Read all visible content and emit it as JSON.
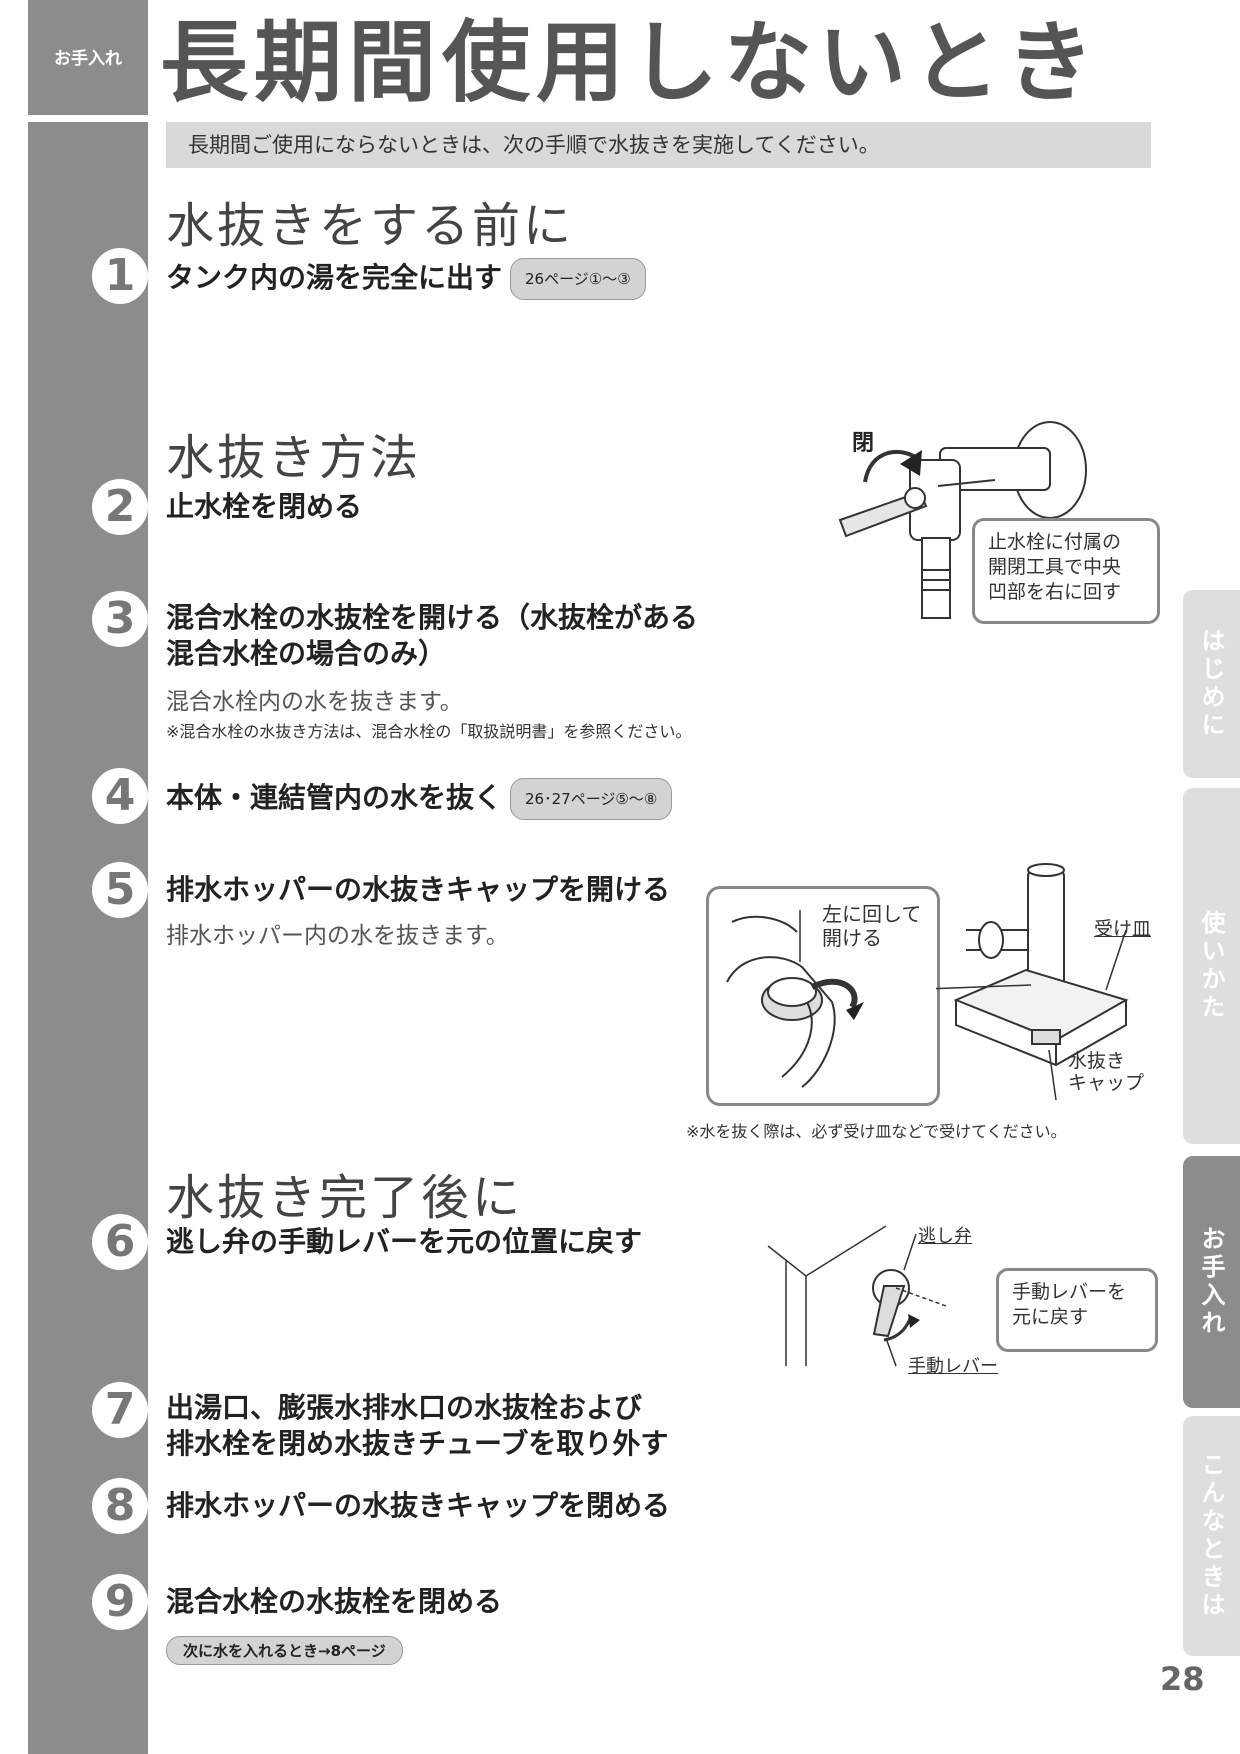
{
  "header": {
    "category_tag": "お手入れ",
    "title": "長期間使用しないとき",
    "lead": "長期間ご使用にならないときは、次の手順で水抜きを実施してください。"
  },
  "sections": {
    "before": "水抜きをする前に",
    "method": "水抜き方法",
    "after": "水抜き完了後に"
  },
  "steps": [
    {
      "num": "1",
      "title": "タンク内の湯を完全に出す",
      "ref": "26ページ①〜③"
    },
    {
      "num": "2",
      "title": "止水栓を閉める"
    },
    {
      "num": "3",
      "title_line1": "混合水栓の水抜栓を開ける（水抜栓がある",
      "title_line2": "混合水栓の場合のみ）",
      "desc": "混合水栓内の水を抜きます。",
      "note": "※混合水栓の水抜き方法は、混合水栓の「取扱説明書」を参照ください。"
    },
    {
      "num": "4",
      "title": "本体・連結管内の水を抜く",
      "ref": "26･27ページ⑤〜⑧"
    },
    {
      "num": "5",
      "title": "排水ホッパーの水抜きキャップを開ける",
      "desc": "排水ホッパー内の水を抜きます。"
    },
    {
      "num": "6",
      "title": "逃し弁の手動レバーを元の位置に戻す"
    },
    {
      "num": "7",
      "title_line1": "出湯口、膨張水排水口の水抜栓および",
      "title_line2": "排水栓を閉め水抜きチューブを取り外す"
    },
    {
      "num": "8",
      "title": "排水ホッパーの水抜きキャップを閉める"
    },
    {
      "num": "9",
      "title": "混合水栓の水抜栓を閉める"
    }
  ],
  "footer_ref": "次に水を入れるとき→8ページ",
  "figures": {
    "valve": {
      "close_label": "閉",
      "callout": [
        "止水栓に付属の",
        "開閉工具で中央",
        "凹部を右に回す"
      ]
    },
    "hopper": {
      "inset_label": [
        "左に回して",
        "開ける"
      ],
      "tray_label": "受け皿",
      "cap_label": [
        "水抜き",
        "キャップ"
      ],
      "note": "※水を抜く際は、必ず受け皿などで受けてください。"
    },
    "relief": {
      "valve_label": "逃し弁",
      "lever_label": "手動レバー",
      "callout": [
        "手動レバーを",
        "元に戻す"
      ]
    }
  },
  "tabs": [
    {
      "label": "はじめに",
      "active": false
    },
    {
      "label": "使いかた",
      "active": false
    },
    {
      "label": "お手入れ",
      "active": true
    },
    {
      "label": "こんなときは",
      "active": false
    }
  ],
  "page_number": "28"
}
